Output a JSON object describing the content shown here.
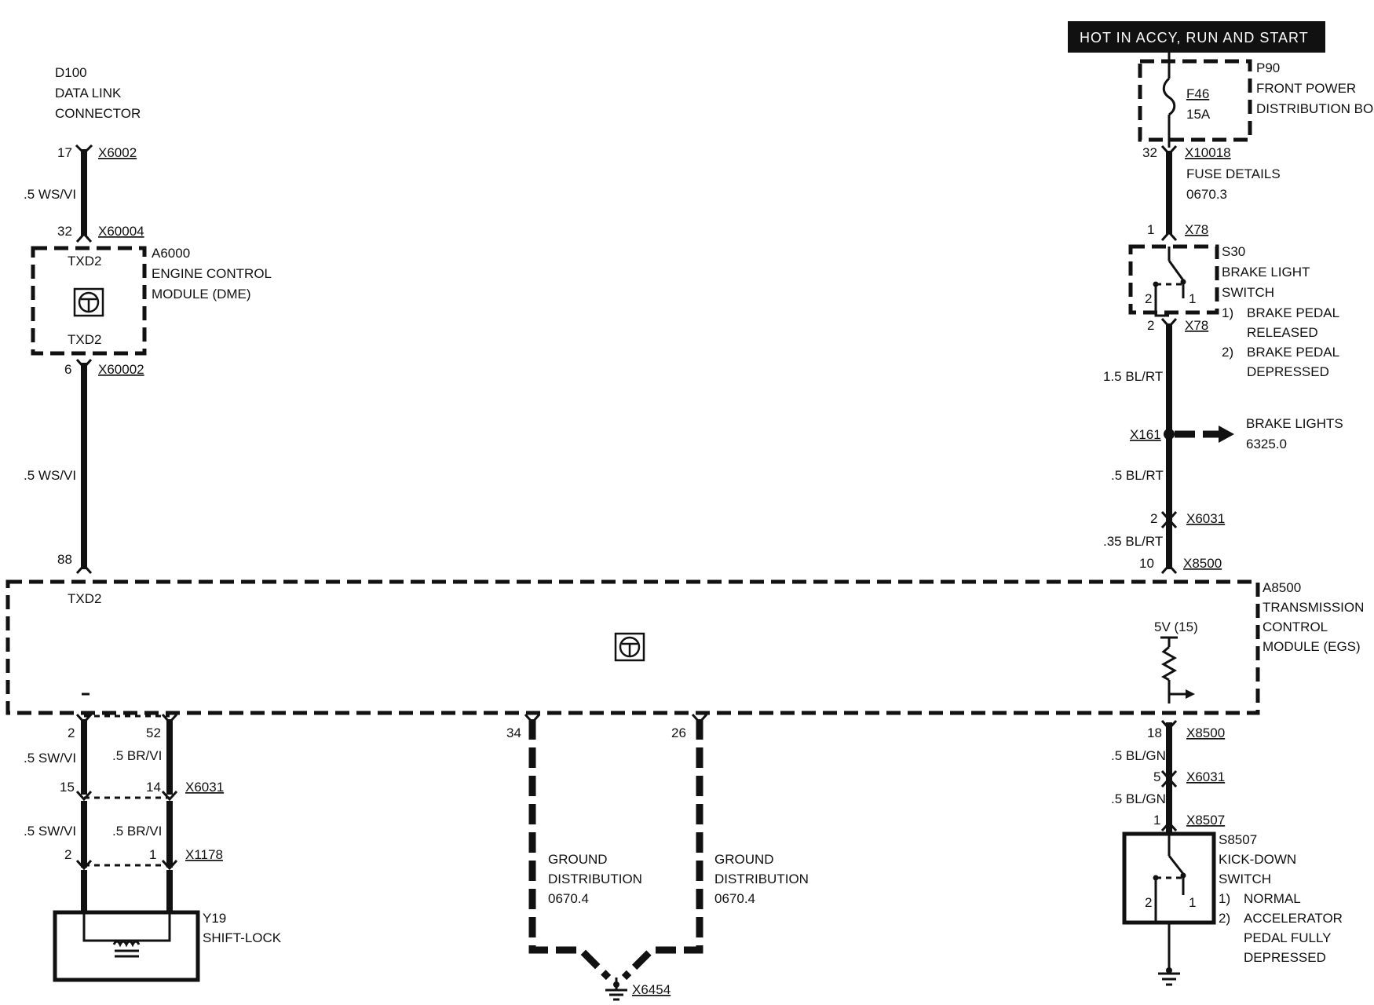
{
  "header": {
    "power_banner": "HOT IN ACCY, RUN AND  START"
  },
  "d100": {
    "id": "D100",
    "line1": "DATA LINK",
    "line2": "CONNECTOR",
    "pin": "17",
    "conn": "X6002"
  },
  "wire1": {
    "label": ".5 WS/VI"
  },
  "a6000": {
    "id": "A6000",
    "line1": "ENGINE CONTROL",
    "line2": "MODULE (DME)",
    "pin_top": "32",
    "conn_top": "X60004",
    "pin_label_top": "TXD2",
    "pin_label_bottom": "TXD2",
    "pin_bottom": "6",
    "conn_bottom": "X60002"
  },
  "wire2": {
    "label": ".5 WS/VI"
  },
  "a8500": {
    "id": "A8500",
    "line1": "TRANSMISSION",
    "line2": "CONTROL",
    "line3": "MODULE (EGS)",
    "pin_txd": "88",
    "txd_label": "TXD2",
    "pin_brake": "10",
    "conn_brake": "X8500",
    "supply": "5V (15)",
    "pin_kick": "18",
    "conn_kick": "X8500",
    "pin_shift1": "2",
    "pin_shift2": "52",
    "pin_gnd1": "34",
    "pin_gnd2": "26"
  },
  "p90": {
    "id": "P90",
    "line1": "FRONT POWER",
    "line2": "DISTRIBUTION BOX",
    "fuse": "F46",
    "rating": "15A",
    "pin": "32",
    "conn": "X10018"
  },
  "fuse_details": {
    "line1": "FUSE DETAILS",
    "line2": "0670.3"
  },
  "s30": {
    "id": "S30",
    "line1": "BRAKE LIGHT",
    "line2": "SWITCH",
    "pin_in": "1",
    "conn_in": "X78",
    "pin_out": "2",
    "conn_out": "X78",
    "contact1": "1",
    "contact2": "2",
    "note1_num": "1)",
    "note1_a": "BRAKE PEDAL",
    "note1_b": "RELEASED",
    "note2_num": "2)",
    "note2_a": "BRAKE PEDAL",
    "note2_b": "DEPRESSED"
  },
  "brake_wires": {
    "w1": "1.5 BL/RT",
    "splice": "X161",
    "w2": ".5 BL/RT",
    "pin_x6031": "2",
    "conn_x6031": "X6031",
    "w3": ".35 BL/RT"
  },
  "brake_lights": {
    "line1": "BRAKE LIGHTS",
    "line2": "6325.0"
  },
  "kick_wires": {
    "w1": ".5 BL/GN",
    "pin_x6031": "5",
    "conn_x6031": "X6031",
    "w2": ".5 BL/GN",
    "pin_x8507": "1",
    "conn_x8507": "X8507"
  },
  "s8507": {
    "id": "S8507",
    "line1": "KICK-DOWN",
    "line2": "SWITCH",
    "contact1": "1",
    "contact2": "2",
    "note1_num": "1)",
    "note1_a": "NORMAL",
    "note2_num": "2)",
    "note2_a": "ACCELERATOR",
    "note2_b": "PEDAL FULLY",
    "note2_c": "DEPRESSED"
  },
  "shift_wires": {
    "w1": ".5 SW/VI",
    "w2": ".5 BR/VI",
    "pin_a1": "15",
    "pin_b1": "14",
    "conn1": "X6031",
    "w3": ".5 SW/VI",
    "w4": ".5 BR/VI",
    "pin_a2": "2",
    "pin_b2": "1",
    "conn2": "X1178"
  },
  "y19": {
    "id": "Y19",
    "line1": "SHIFT-LOCK"
  },
  "ground": {
    "left_line1": "GROUND",
    "left_line2": "DISTRIBUTION",
    "left_line3": "0670.4",
    "right_line1": "GROUND",
    "right_line2": "DISTRIBUTION",
    "right_line3": "0670.4",
    "conn": "X6454"
  }
}
